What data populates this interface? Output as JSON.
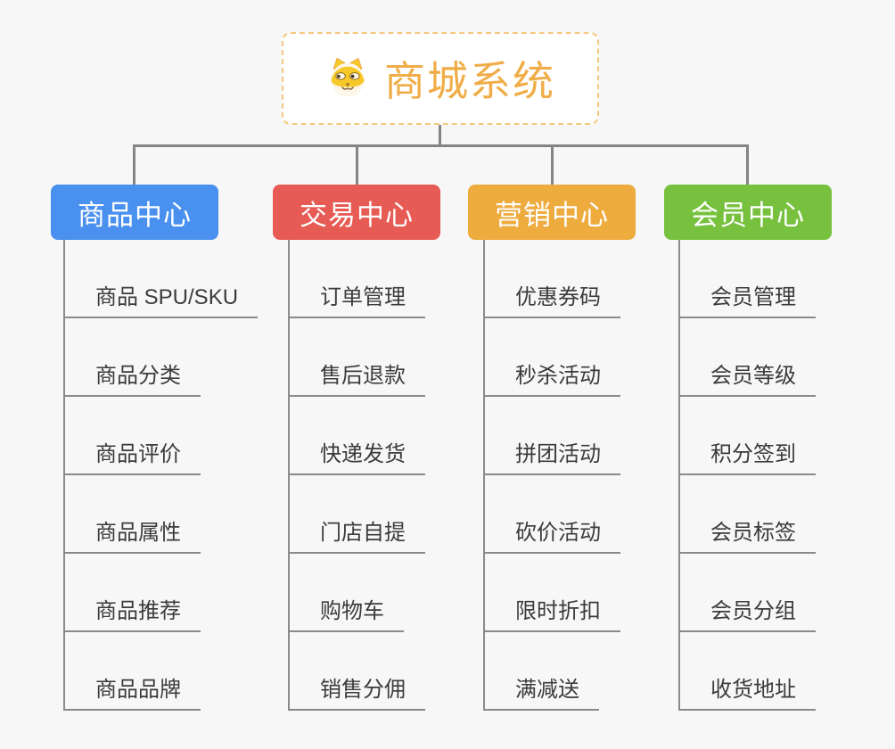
{
  "canvas": {
    "background": "#f7f7f7",
    "connector_color": "#848484"
  },
  "root": {
    "title": "商城系统",
    "icon": "dog-face-icon",
    "title_color": "#f0ad47",
    "border_color": "#f5c87f",
    "background": "#ffffff"
  },
  "branches": [
    {
      "id": "product",
      "label": "商品中心",
      "color": "#4a90ee",
      "children": [
        "商品 SPU/SKU",
        "商品分类",
        "商品评价",
        "商品属性",
        "商品推荐",
        "商品品牌"
      ]
    },
    {
      "id": "trade",
      "label": "交易中心",
      "color": "#e75b55",
      "children": [
        "订单管理",
        "售后退款",
        "快递发货",
        "门店自提",
        "购物车",
        "销售分佣"
      ]
    },
    {
      "id": "marketing",
      "label": "营销中心",
      "color": "#eeab3e",
      "children": [
        "优惠券码",
        "秒杀活动",
        "拼团活动",
        "砍价活动",
        "限时折扣",
        "满减送"
      ]
    },
    {
      "id": "member",
      "label": "会员中心",
      "color": "#77c13e",
      "children": [
        "会员管理",
        "会员等级",
        "积分签到",
        "会员标签",
        "会员分组",
        "收货地址"
      ]
    }
  ]
}
